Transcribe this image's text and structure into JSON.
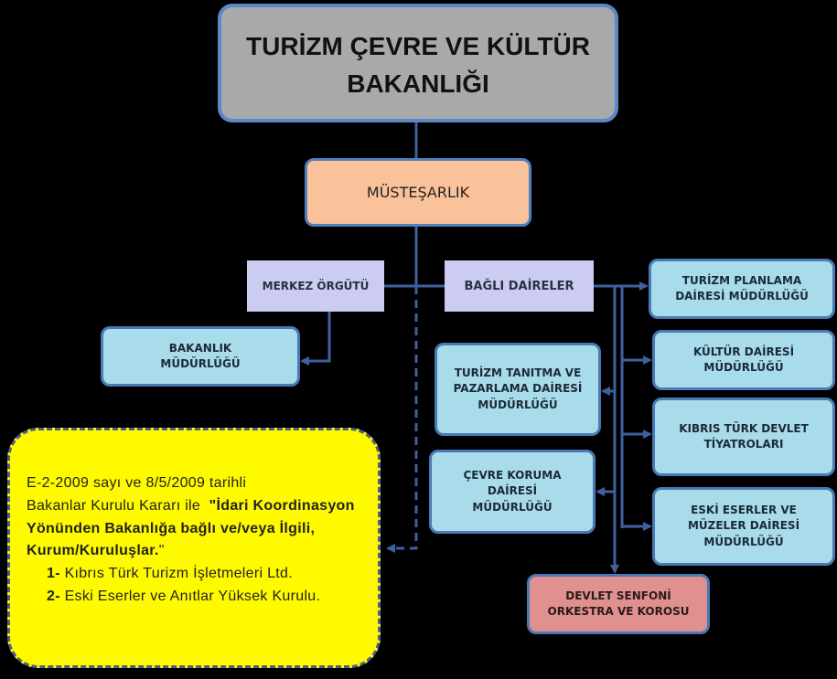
{
  "top": {
    "title": "TURİZM ÇEVRE VE KÜLTÜR\nBAKANLIĞI"
  },
  "undersecretariat": {
    "label": "MÜSTEŞARLIK"
  },
  "central": {
    "label": "MERKEZ ÖRGÜTÜ"
  },
  "affiliated": {
    "label": "BAĞLI DAİRELER"
  },
  "ministry_directorate": {
    "label": "BAKANLIK\nMÜDÜRLÜĞÜ"
  },
  "departments": {
    "planning": "TURİZM PLANLAMA\nDAİRESİ MÜDÜRLÜĞÜ",
    "culture": "KÜLTÜR DAİRESİ\nMÜDÜRLÜĞÜ",
    "promotion": "TURİZM TANITMA VE\nPAZARLAMA DAİRESİ\nMÜDÜRLÜĞÜ",
    "theatres": "KIBRIS TÜRK DEVLET\nTİYATROLARI",
    "environment": "ÇEVRE KORUMA\nDAİRESİ\nMÜDÜRLÜĞÜ",
    "antiquities": "ESKİ ESERLER VE\nMÜZELER DAİRESİ\nMÜDÜRLÜĞÜ",
    "symphony": "DEVLET SENFONİ\nORKESTRA VE KOROSU"
  },
  "note": {
    "line1": "E-2-2009 sayı ve 8/5/2009 tarihli",
    "line2": "Bakanlar Kurulu Kararı ile",
    "quote": "\"İdari Koordinasyon Yönünden Bakanlığa bağlı ve/veya İlgili, Kurum/Kuruluşlar.",
    "quote_end": "\"",
    "item1_num": "1-",
    "item1_text": "Kıbrıs Türk Turizm İşletmeleri Ltd.",
    "item2_num": "2-",
    "item2_text": "Eski Eserler ve Anıtlar Yüksek Kurulu."
  },
  "colors": {
    "background": "#000000",
    "title_box": "#a9a9a9",
    "undersecretariat_box": "#fac29b",
    "header_box": "#ccccf3",
    "department_box": "#a9dcea",
    "symphony_box": "#e0908f",
    "note_box": "#fffa00",
    "connector": "#3f5f9e"
  }
}
